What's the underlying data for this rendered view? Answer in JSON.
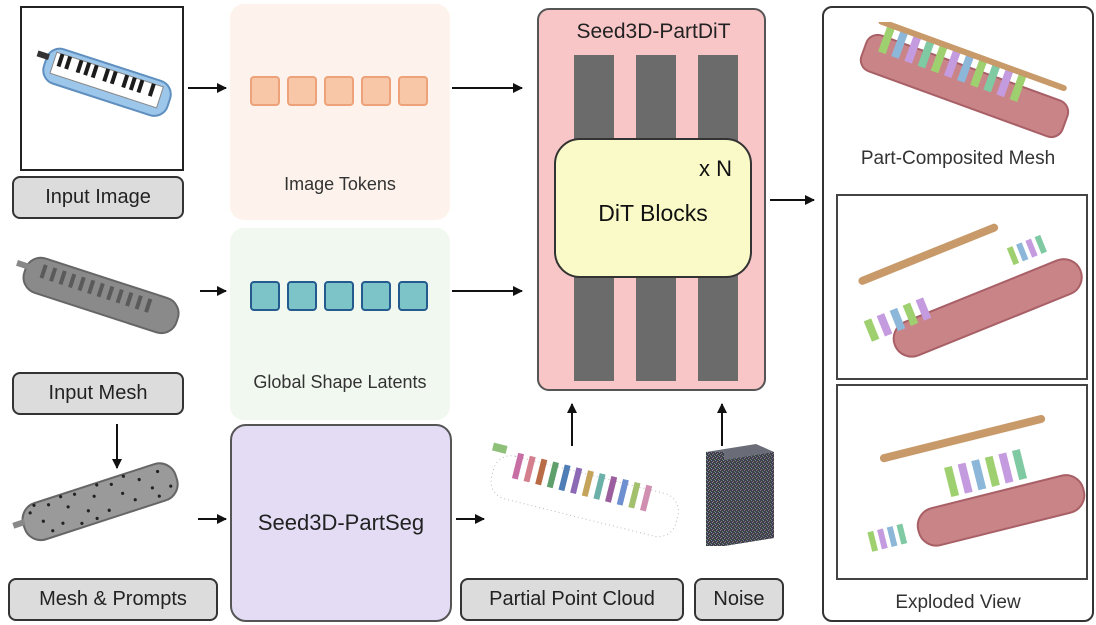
{
  "inputs": {
    "input_image_label": "Input Image",
    "input_mesh_label": "Input Mesh",
    "mesh_prompts_label": "Mesh & Prompts"
  },
  "tokens": {
    "image_tokens_label": "Image Tokens",
    "global_shape_latents_label": "Global Shape Latents"
  },
  "partseg": {
    "label": "Seed3D-PartSeg"
  },
  "partdit": {
    "title": "Seed3D-PartDiT",
    "repeat": "x N",
    "blocks_label": "DiT Blocks"
  },
  "conditions": {
    "point_cloud_label": "Partial Point Cloud",
    "noise_label": "Noise"
  },
  "outputs": {
    "composited_label": "Part-Composited Mesh",
    "exploded_label": "Exploded View"
  },
  "colors": {
    "image_panel": "#fdf3ec",
    "latent_panel": "#f1f8ef",
    "partseg_panel": "#e3dcf4",
    "partdit_panel": "#f9c6c8",
    "dit_blocks": "#fafac8",
    "body_pink": "#c98488"
  }
}
